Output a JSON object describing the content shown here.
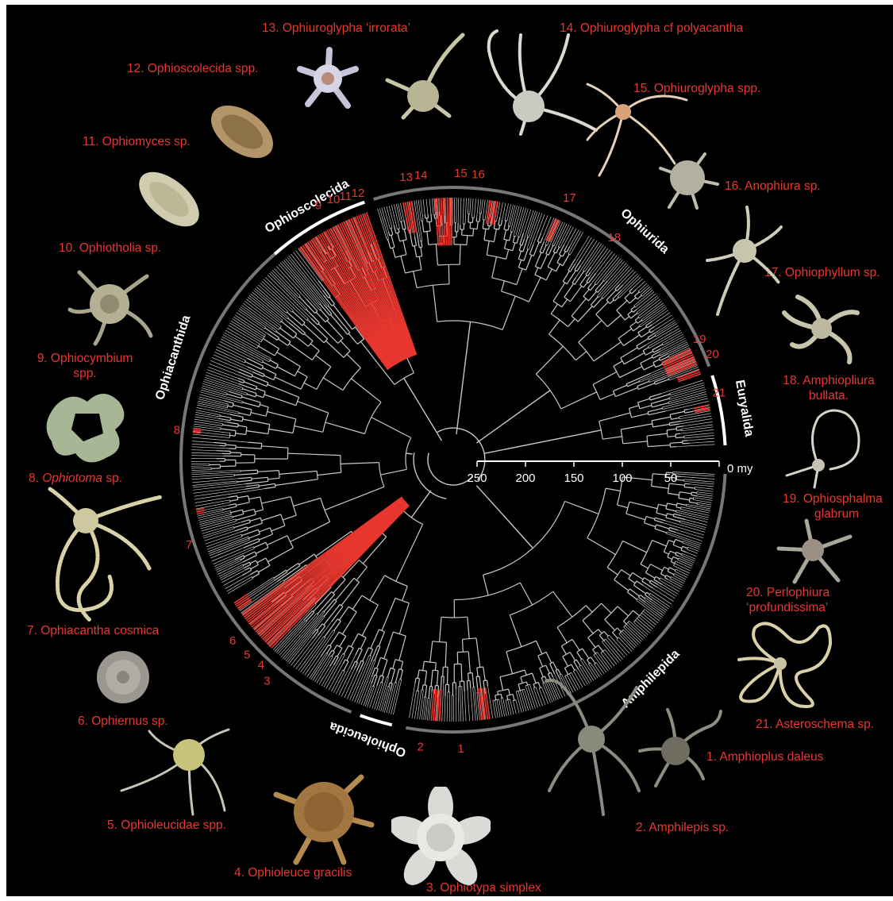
{
  "colors": {
    "background": "#000000",
    "branch": "#c8c8c8",
    "highlight": "#e8372f",
    "label": "#e8372f",
    "order_ring": "#777777",
    "order_text": "#ffffff"
  },
  "orders": [
    {
      "name": "Ophioscolecida",
      "ring": "white"
    },
    {
      "name": "Ophiurida",
      "ring": "grey"
    },
    {
      "name": "Euryalida",
      "ring": "white"
    },
    {
      "name": "Amphilepida",
      "ring": "grey"
    },
    {
      "name": "Ophioleucida",
      "ring": "white"
    },
    {
      "name": "Ophiacanthida",
      "ring": "grey"
    }
  ],
  "time_axis": {
    "ticks": [
      "250",
      "200",
      "150",
      "100",
      "50"
    ],
    "zero_label": "0 my"
  },
  "clade_numbers": [
    "1",
    "2",
    "3",
    "4",
    "5",
    "6",
    "7",
    "8",
    "9",
    "10",
    "11",
    "12",
    "13",
    "14",
    "15",
    "16",
    "17",
    "18",
    "19",
    "20",
    "21"
  ],
  "species": [
    {
      "num": "1",
      "text": "1. Amphioplus daleus",
      "icon": "brittle-star-long-arms"
    },
    {
      "num": "2",
      "text": "2. Amphilepis sp.",
      "icon": "brittle-star-long-arms"
    },
    {
      "num": "3",
      "text": "3. Ophiotypa simplex",
      "icon": "brittle-star-broad-arms"
    },
    {
      "num": "4",
      "text": "4. Ophioleuce gracilis",
      "icon": "brittle-star-brown-disc"
    },
    {
      "num": "5",
      "text": "5. Ophioleucidae spp.",
      "icon": "brittle-star-long-arms"
    },
    {
      "num": "6",
      "text": "6. Ophiernus sp.",
      "icon": "brittle-star-disc-only"
    },
    {
      "num": "7",
      "text": "7. Ophiacantha cosmica",
      "icon": "brittle-star-spiny-arms"
    },
    {
      "num": "8",
      "prefix": "8. ",
      "italic": "Ophiotoma",
      "suffix": " sp.",
      "icon": "brittle-star-green"
    },
    {
      "num": "9",
      "line1": "9. Ophiocymbium",
      "line2": "spp.",
      "icon": "brittle-star-green"
    },
    {
      "num": "10",
      "text": "10. Ophiotholia sp.",
      "icon": "brittle-star-short-arms"
    },
    {
      "num": "11",
      "text": "11. Ophiomyces sp.",
      "icon": "brittle-star-oval-body"
    },
    {
      "num": "12",
      "text": "12. Ophioscolecida spp.",
      "icon": "brittle-star-oval-body"
    },
    {
      "num": "13",
      "text": "13. Ophiuroglypha ‘irrorata’",
      "icon": "brittle-star-pale-blue"
    },
    {
      "num": "14",
      "text": "14. Ophiuroglypha cf polyacantha",
      "icon": "brittle-star-curly-arms"
    },
    {
      "num": "15",
      "text": "15. Ophiuroglypha spp.",
      "icon": "brittle-star-long-arms"
    },
    {
      "num": "16",
      "text": "16. Anophiura sp.",
      "icon": "brittle-star-short-arms"
    },
    {
      "num": "17",
      "text": "17. Ophiophyllum sp.",
      "icon": "brittle-star-spiny-arms"
    },
    {
      "num": "18",
      "line1": "18. Amphiopliura",
      "line2": "bullata.",
      "icon": "brittle-star-curly-arms"
    },
    {
      "num": "19",
      "line1": "19. Ophiosphalma",
      "line2": "glabrum",
      "icon": "brittle-star-curly-arms"
    },
    {
      "num": "20",
      "line1": "20. Perlophiura",
      "line2": "‘profundissima’",
      "icon": "brittle-star-beaded-arms"
    },
    {
      "num": "21",
      "text": "21. Asteroschema sp.",
      "icon": "brittle-star-coiled-arms"
    }
  ]
}
